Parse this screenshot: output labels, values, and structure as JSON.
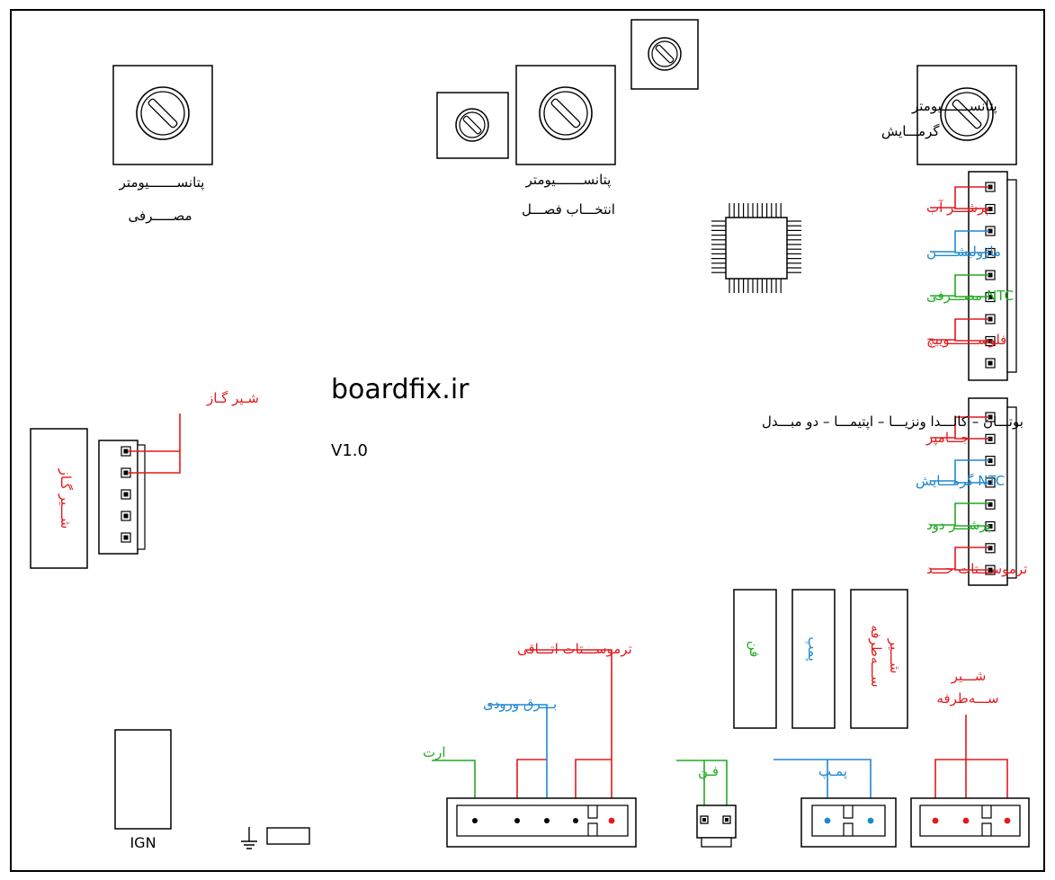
{
  "title": {
    "site": "boardfix.ir",
    "models": "بوتـــان – کالـــدا ونزیـــا – اپتیمـــا – دو مبـــدل",
    "version": "V1.0"
  },
  "potentiometers": {
    "consumption": [
      "پتانســـــــیومتر",
      "مصـــــرفی"
    ],
    "season": [
      "پتانســـــــیومتر",
      "انتخـــاب فصـــل"
    ],
    "heating": [
      "پتانســـــــیومتر",
      "گرمـــایش"
    ]
  },
  "upper_connector": {
    "water_pressure": "پرشـــر آب",
    "modulation": "ماژولیشـــــن",
    "ntc_consumption": "NTC مصـــرفی",
    "flow_switch": "فلوســـــــوییچ"
  },
  "lower_connector": {
    "jumper": "جـــامپر",
    "ntc_heating": "NTC گرمـــایش",
    "smoke_pressure": "پرشـــر دود",
    "limit_thermostat": "ترموســـتات حـــد"
  },
  "gas_valve": {
    "label": "شـیر گـاز",
    "box_label": "شـــیر گـاز"
  },
  "relays": {
    "fan": "فن",
    "pump": "پمپ",
    "three_way": [
      "شـــیر",
      "ســـه‌طرفه"
    ]
  },
  "bottom_connectors": {
    "room_thermostat": "ترموســـتات اتـــاقی",
    "power_input": "بـــرق ورودی",
    "earth": "ارت",
    "fan": "فـن",
    "pump": "پمـپ",
    "three_way_valve": [
      "شـــیر",
      "ســـه‌طرفه"
    ]
  },
  "ign": "IGN",
  "colors": {
    "red": "#e4181c",
    "blue": "#1e88d0",
    "green": "#22aa22",
    "outline": "#000000"
  }
}
